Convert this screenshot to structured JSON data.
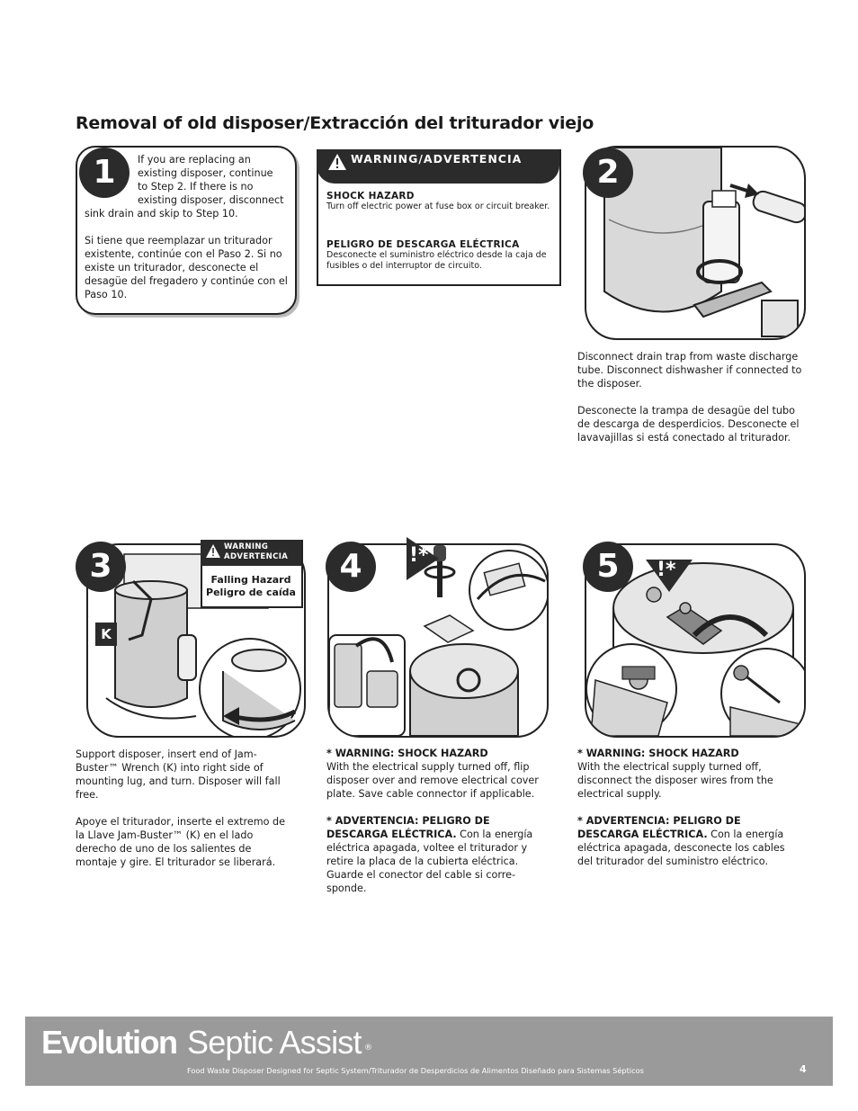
{
  "title": "Removal of old disposer/Extracción del triturador viejo",
  "steps": {
    "step1": {
      "number": "1",
      "en_lines": [
        "If you are replacing an",
        "existing disposer, continue",
        "to Step 2.  If there is no",
        "existing disposer, disconnect",
        "sink drain and skip to Step 10."
      ],
      "es": "Si tiene que reemplazar un triturador existente, continúe con el Paso 2. Si no existe un triturador, desconecte el desagüe del fregadero y continúe con  el Paso 10."
    },
    "step2": {
      "number": "2",
      "en": "Disconnect drain trap from waste discharge tube. Disconnect dishwasher if connected to the disposer.",
      "es": "Desconecte la trampa de desagüe del tubo de descarga de desperdicios. Desconecte el lavavajillas si está conectado al triturador."
    },
    "step3": {
      "number": "3",
      "label_k": "K",
      "en": "Support disposer, insert end of Jam-Buster™ Wrench (K) into right side of mounting lug, and turn. Disposer will fall free.",
      "es": "Apoye el triturador, inserte el extremo de la Llave Jam-Buster™ (K) en el lado derecho de uno de los salientes de montaje y gire. El triturador se liberará."
    },
    "step4": {
      "number": "4",
      "warn_en_title": "* WARNING: SHOCK HAZARD",
      "en": "With the electrical supply turned off, flip disposer over and remove electrical cover plate. Save cable connector if applicable.",
      "warn_es_title": "* ADVERTENCIA: PELIGRO DE DESCARGA ELÉCTRICA.",
      "es": " Con la energía eléctrica apagada, voltee el triturador y retire la placa de la cubierta eléctrica. Guarde el conector del cable si corre-sponde."
    },
    "step5": {
      "number": "5",
      "warn_en_title": "* WARNING: SHOCK HAZARD",
      "en": "With the electrical supply turned off, disconnect the disposer wires from the electrical supply.",
      "warn_es_title": "* ADVERTENCIA: PELIGRO DE DESCARGA ELÉCTRICA.",
      "es": " Con la energía eléctrica apagada, desconecte los cables del triturador del suministro eléctrico."
    }
  },
  "warning_box": {
    "header": "WARNING/ADVERTENCIA",
    "item1_title": "SHOCK HAZARD",
    "item1_text": "Turn off electric power at fuse box or circuit breaker.",
    "item2_title": "PELIGRO DE DESCARGA ELÉCTRICA",
    "item2_text": "Desconecte el suministro eléctrico desde la caja de fusibles o del interruptor de circuito."
  },
  "mini_warning": {
    "line1": "WARNING",
    "line2": "ADVERTENCIA",
    "text1": "Falling Hazard",
    "text2": "Peligro de caída"
  },
  "alert_mark": "!*",
  "footer": {
    "brand_bold": "Evolution",
    "brand_light": "Septic Assist",
    "registered": "®",
    "subtitle": "Food Waste Disposer Designed for Septic System/Triturador de Desperdicios de Alimentos Diseñado para Sistemas Sépticos",
    "page": "4"
  },
  "colors": {
    "dark": "#2b2b2b",
    "footer_gray": "#9a9a9a",
    "panel_fill": "#d9d9d9"
  }
}
